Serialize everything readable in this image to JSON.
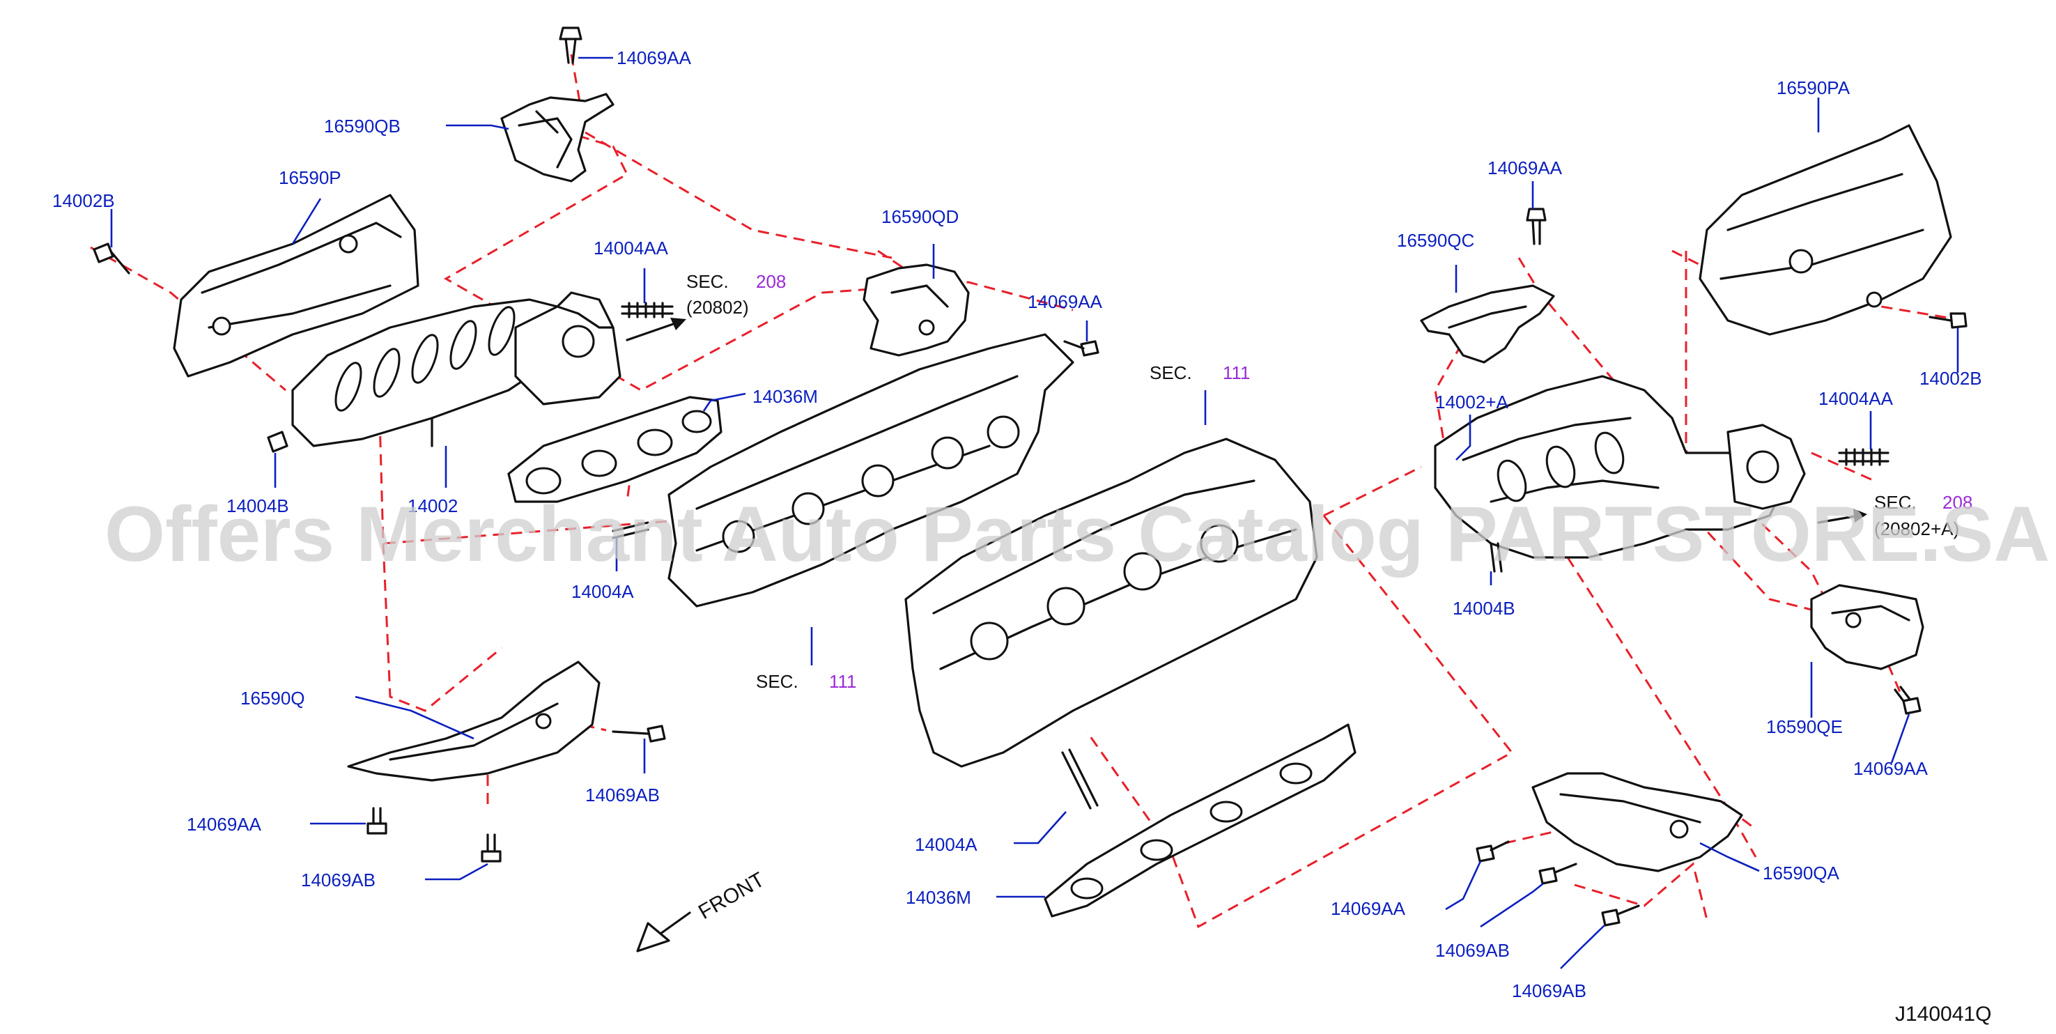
{
  "watermark": "Offers Merchant Auto Parts Catalog PARTSTORE.SA",
  "diagram_code": "J140041Q",
  "front_label": "FRONT",
  "sections": {
    "sec_label": "SEC.",
    "sec_208_left_num": "208",
    "sec_208_left_sub": "(20802)",
    "sec_208_right_num": "208",
    "sec_208_right_sub": "(20802+A)",
    "sec_111_a_num": "111",
    "sec_111_b_num": "111"
  },
  "parts": {
    "p_14069AA_top": "14069AA",
    "p_16590QB": "16590QB",
    "p_14002B_left": "14002B",
    "p_16590P": "16590P",
    "p_14004AA_left": "14004AA",
    "p_16590QD": "16590QD",
    "p_14069AA_mid": "14069AA",
    "p_14036M_upper": "14036M",
    "p_14004B_left": "14004B",
    "p_14002": "14002",
    "p_14004A_upper": "14004A",
    "p_16590Q": "16590Q",
    "p_14069AB_left": "14069AB",
    "p_14069AA_left_bottom": "14069AA",
    "p_14069AB_left_bottom": "14069AB",
    "p_14004A_lower": "14004A",
    "p_14036M_lower": "14036M",
    "p_16590PA": "16590PA",
    "p_14069AA_right_top": "14069AA",
    "p_16590QC": "16590QC",
    "p_14002A": "14002+A",
    "p_14002B_right": "14002B",
    "p_14004AA_right": "14004AA",
    "p_14004B_right": "14004B",
    "p_16590QE": "16590QE",
    "p_14069AA_right_e": "14069AA",
    "p_16590QA": "16590QA",
    "p_14069AA_right_bottom": "14069AA",
    "p_14069AB_right_1": "14069AB",
    "p_14069AB_right_2": "14069AB"
  },
  "colors": {
    "label_blue": "#0b1fbf",
    "dash_red": "#e8202a",
    "section_purple": "#9a2bd6",
    "line_black": "#111111"
  }
}
